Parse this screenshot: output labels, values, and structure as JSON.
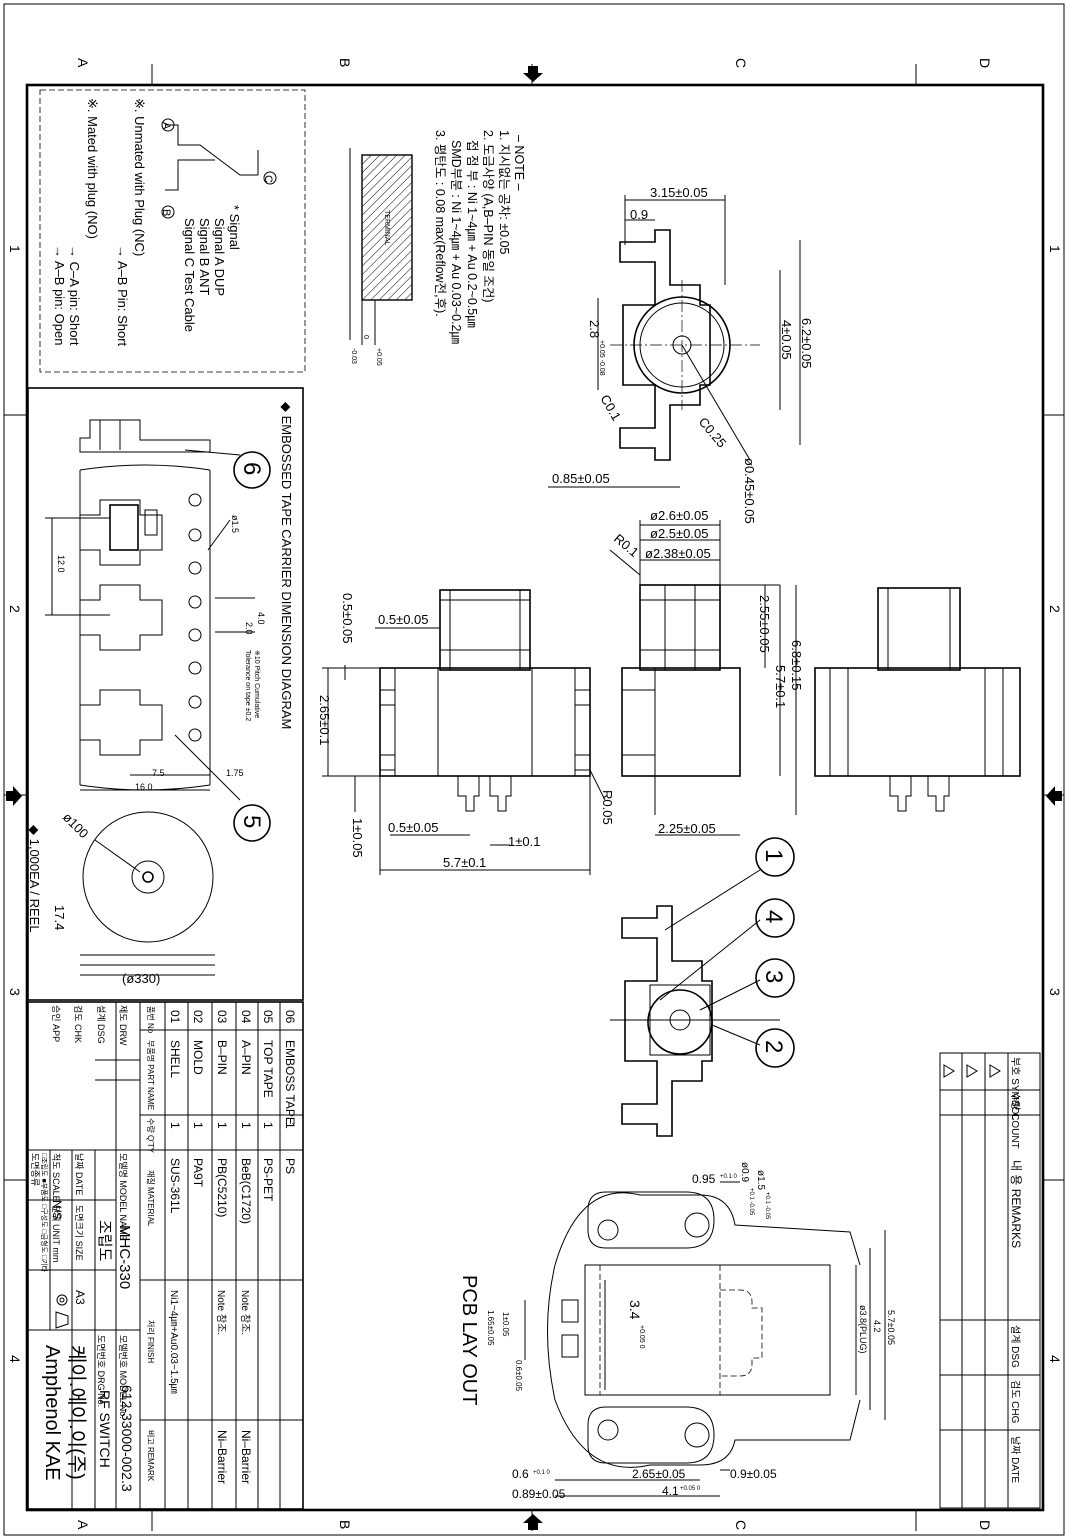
{
  "grid": {
    "cols": [
      "A",
      "B",
      "C",
      "D"
    ],
    "rows": [
      "1",
      "2",
      "3",
      "4"
    ]
  },
  "legend": {
    "signal_title": "* Signal",
    "a": "A",
    "a_label": "DUP",
    "b": "B",
    "b_label": "ANT",
    "c": "C",
    "c_label": "Test Cable",
    "unmated_title": "※. Unmated with Plug (NC)",
    "unmated_line": "→ A–B Pin: Short",
    "mated_title": "※. Mated with plug (NO)",
    "mated_line1": "→ C–A pin: Short",
    "mated_line2": "→ A–B pin: Open"
  },
  "notes": {
    "title": "– NOTE –",
    "n1": "1. 지시없는 공차: ±0.05",
    "n2": "2. 도금사양 (A,B–PIN 동일 조건)",
    "n2a": "접 점 부 : Ni 1~4㎛ + Au 0.2~0.5㎛",
    "n2b": "SMD부분 : Ni 1~4㎛ + Au 0.03~0.2㎛",
    "n3": "3. 평탄도 : 0.08 max(Reflow전,후).",
    "terminal": "TERMINAL",
    "tol_plus": "+0.05",
    "tol_zero": "0",
    "tol_minus": "-0.03"
  },
  "tape": {
    "title": "◆ EMBOSSED TAPE CARRIER DIMENSION DIAGRAM",
    "d1": "ø1.5",
    "d2": "4.0",
    "d3": "2.0",
    "pitch1": "※10 Pitch Cumulative",
    "pitch2": "Tolerance on tape ±0.2",
    "w12": "12.0",
    "d75": "7.5",
    "d175": "1.75",
    "d16": "16.0",
    "bal6": "6",
    "bal5": "5",
    "reel_qty": "◆ 1,000EA / REEL",
    "r100": "ø100",
    "r174": "17.4",
    "r330": "(ø330)"
  },
  "dims": {
    "top_315": "3.15±0.05",
    "top_09": "0.9",
    "top_28": "2.8",
    "top_28t": "+0.05 -0.08",
    "top_4": "4±0.05",
    "top_62": "6.2±0.05",
    "c01": "C0.1",
    "c025": "C0.25",
    "d045": "ø0.45±0.05",
    "d085": "0.85±0.05",
    "d26": "ø2.6±0.05",
    "d25": "ø2.5±0.05",
    "d238": "ø2.38±0.05",
    "r01": "R0.1",
    "h255": "2.55±0.05",
    "h57": "5.7±0.1",
    "h68": "6.8±0.15",
    "s05a": "0.5±0.05",
    "s05b": "0.5±0.05",
    "s265": "2.65±0.1",
    "s1": "1±0.05",
    "s05c": "0.5±0.05",
    "s1b": "1±0.1",
    "s57": "5.7±0.1",
    "r005": "R0.05",
    "s225": "2.25±0.05"
  },
  "balloons": [
    "1",
    "4",
    "3",
    "2"
  ],
  "bom": {
    "headers": {
      "no": "품번 No",
      "name": "부품명 PART NAME",
      "qty": "수량 Q'TY",
      "material": "재질 MATERIAL",
      "finish": "처리 FINISH",
      "remark": "비고 REMARK"
    },
    "rows": [
      {
        "no": "06",
        "name": "EMBOSS TAPE",
        "qty": "1",
        "material": "PS",
        "finish": "",
        "remark": ""
      },
      {
        "no": "05",
        "name": "TOP TAPE",
        "qty": "1",
        "material": "PS-PET",
        "finish": "",
        "remark": ""
      },
      {
        "no": "04",
        "name": "A–PIN",
        "qty": "1",
        "material": "BeB(C1720)",
        "finish": "Note 참조.",
        "remark": "Ni–Barrier"
      },
      {
        "no": "03",
        "name": "B–PIN",
        "qty": "1",
        "material": "PB(C5210)",
        "finish": "Note 참조.",
        "remark": "Ni–Barrier"
      },
      {
        "no": "02",
        "name": "MOLD",
        "qty": "1",
        "material": "PA9T",
        "finish": "",
        "remark": ""
      },
      {
        "no": "01",
        "name": "SHELL",
        "qty": "1",
        "material": "SUS-361L",
        "finish": "Ni1~4㎛+Au0.03~1.5㎛",
        "remark": ""
      }
    ]
  },
  "titleblock": {
    "drw": "제도 DRW",
    "dsg": "설계 DSG",
    "chk": "검도 CHK",
    "app": "승인 APP",
    "model_name_lbl": "모델명 MODEL NAME",
    "model_name": "MHC-330",
    "drawing_name": "조립도",
    "date_lbl": "날짜 DATE",
    "size_lbl": "도면크기 SIZE",
    "size": "A3",
    "scale_lbl": "척도 SCALE",
    "scale": "N/S",
    "unit_lbl": "단위 UNIT mm",
    "model_no_lbl": "모델번호 MODEL No.",
    "model_no": "612-33000-002.3",
    "drg_no_lbl": "도면번호 DRG No.",
    "drg_no": "RF SWITCH",
    "proj_lbl": "도면종류",
    "proj_opts": "□조립도 ■부품도 □구성도 □금형도 □기타",
    "company_kr": "케이.에이.이(주)",
    "company": "Amphenol KAE"
  },
  "revision": {
    "symbol": "부호 SYMBOL",
    "count": "수량 COUNT",
    "remarks": "내 용 REMARKS",
    "dsg": "설계 DSG",
    "chg": "검도 CHG",
    "date": "날짜 DATE"
  },
  "pcb": {
    "title": "PCB LAY OUT",
    "d095": "0.95",
    "d095t": "+0.1 0",
    "d09": "ø0.9",
    "d09t": "+0.1 -0.05",
    "d15": "ø1.5",
    "d15t": "+0.1 -0.05",
    "h34": "3.4",
    "h34t": "+0.05 0",
    "w165": "1.65±0.05",
    "w1": "1±0.05",
    "w06": "0.6±0.05",
    "d38": "ø3.8(PLUG)",
    "d42": "4.2",
    "d57": "5.7±0.05",
    "b06": "0.6",
    "b06t": "+0.1 0",
    "b089": "0.89±0.05",
    "b265": "2.65±0.05",
    "b41": "4.1",
    "b41t": "+0.05 0",
    "b09": "0.9±0.05"
  }
}
